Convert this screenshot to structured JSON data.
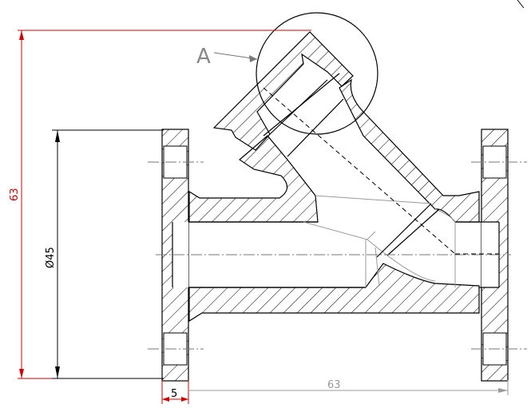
{
  "drawing": {
    "detail_label": "A",
    "dimensions": {
      "overall_height": "63",
      "bore_diameter": "Ø45",
      "flange_thickness": "5",
      "overall_length": "63"
    },
    "colors": {
      "outline": "#000000",
      "dimension": "#d40000",
      "dimension_gray": "#9a9a9a",
      "hatch": "#000000",
      "centerline": "#777777",
      "background": "#ffffff"
    }
  }
}
